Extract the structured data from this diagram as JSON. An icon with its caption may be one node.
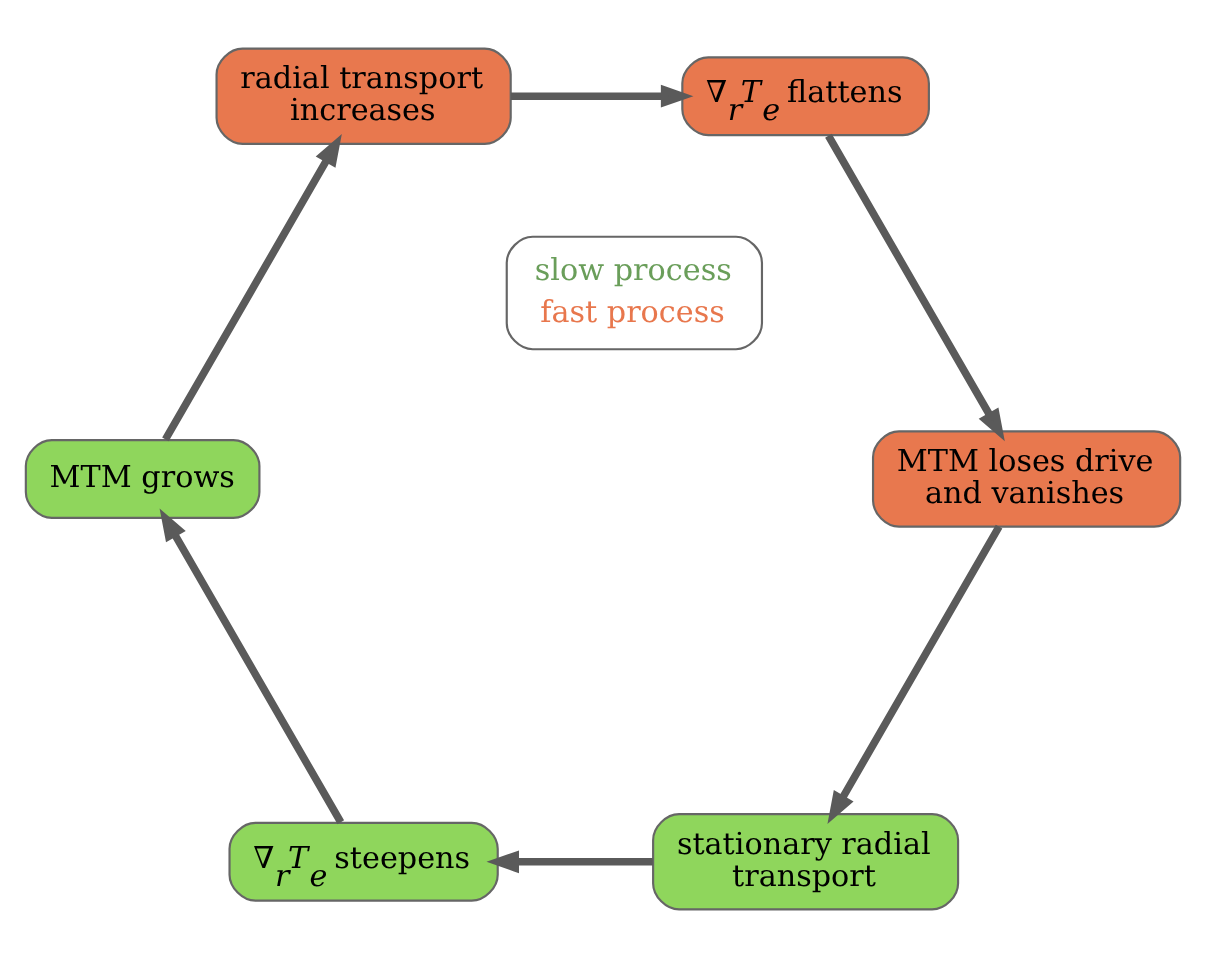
{
  "diagram": {
    "nodes": [
      {
        "text": [
          "stationary radial transport"
        ]
      },
      {
        "text": [
          "∇$_{r}$*T*$_{e}$ steepens"
        ]
      },
      {
        "text": [
          "MTM grows"
        ]
      },
      {
        "text": [
          "radial transport increases"
        ]
      },
      {
        "text": [
          "∇$_{r}$*T*$_{e}$ flattens"
        ]
      },
      {
        "text": [
          "MTM loses drive and vanishes"
        ]
      }
    ],
    "edges": [
      {
        "from": 0,
        "to": 1,
        "arrow": "to"
      },
      {
        "from": 1,
        "to": 2,
        "arrow": "to"
      },
      {
        "from": 2,
        "to": 3,
        "arrow": "to"
      },
      {
        "from": 3,
        "to": 4,
        "arrow": "to"
      },
      {
        "from": 4,
        "to": 5,
        "arrow": "to"
      },
      {
        "from": 5,
        "to": 0,
        "arrow": "to"
      }
    ],
    "legend": [
      {
        "text": "slow process",
        "color": "#6a9e5a"
      },
      {
        "text": "fast process",
        "color": "#e8774d"
      }
    ]
  }
}
